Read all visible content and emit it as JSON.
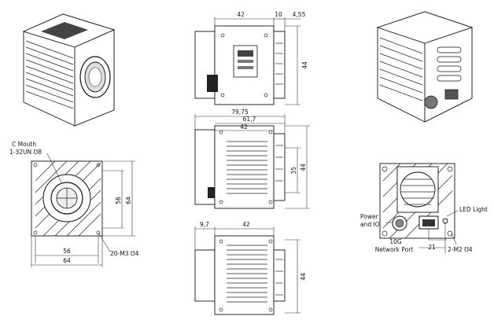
{
  "dimensions": {
    "top_width": "42",
    "top_gap": "10",
    "top_offset": "4,55",
    "top_side_height": "44",
    "side_total_length": "79,75",
    "side_body_length": "61,7",
    "side_inner_length": "42",
    "side_mount_height": "35",
    "side_height": "44",
    "bottom_offset": "9,7",
    "bottom_width": "42",
    "bottom_height": "44",
    "front_hole_spacing_v": "56",
    "front_body_height": "64",
    "front_hole_spacing_h": "56",
    "front_body_width": "64",
    "front_screw_spec": "20-M3 ℧4",
    "rear_port_spacing": "21",
    "rear_screw_spec": "2-M2 ℧4"
  },
  "labels": {
    "c_mouth_line1": "C Mouth",
    "c_mouth_line2": "1-32UN ℧8",
    "power_line1": "Power",
    "power_line2": "and IO",
    "network_line1": "10G",
    "network_line2": "Network Port",
    "led_light": "LED Light"
  }
}
